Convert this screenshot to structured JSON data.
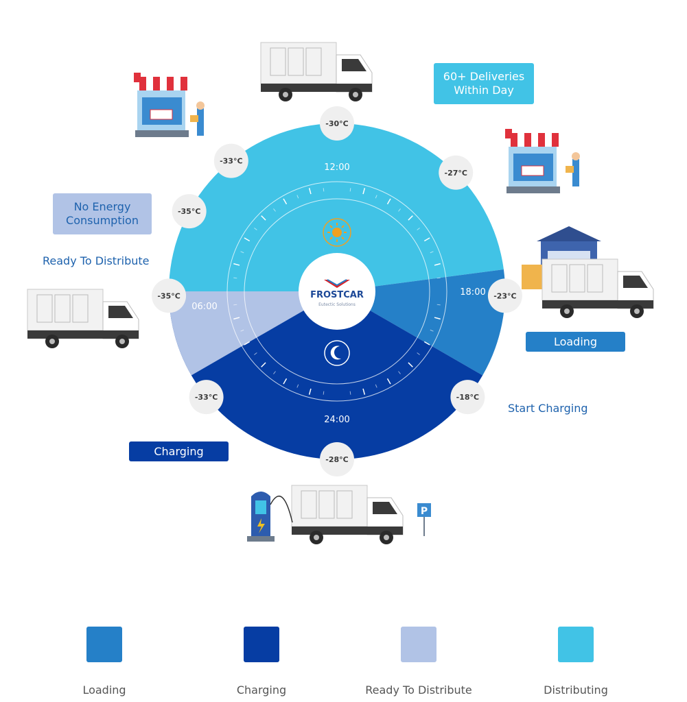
{
  "colors": {
    "loading": "#2580c8",
    "charging": "#063da3",
    "ready": "#b1c3e6",
    "distributing": "#41c3e6",
    "text_blue": "#1e62ad"
  },
  "cycle": {
    "times": {
      "noon": "12:00",
      "evening": "18:00",
      "midnight": "24:00",
      "morning": "06:00"
    },
    "temperatures": [
      "-30°C",
      "-27°C",
      "-23°C",
      "-18°C",
      "-28°C",
      "-33°C",
      "-35°C",
      "-35°C",
      "-33°C"
    ],
    "segments": [
      {
        "name": "Distributing",
        "from_hour": 6.0,
        "to_hour": 17.5
      },
      {
        "name": "Loading",
        "from_hour": 17.5,
        "to_hour": 20.0
      },
      {
        "name": "Charging",
        "from_hour": 20.0,
        "to_hour": 6.0
      },
      {
        "name": "Ready To Distribute",
        "from_hour": 4.0,
        "to_hour": 6.0
      }
    ]
  },
  "brand": {
    "name": "FROSTCAR",
    "tagline": "Eutectic Solutions"
  },
  "callouts": {
    "deliveries": "60+ Deliveries\nWithin Day",
    "no_energy": "No Energy\nConsumption",
    "ready": "Ready To Distribute",
    "loading": "Loading",
    "start_charging": "Start Charging",
    "charging": "Charging"
  },
  "icons": [
    "sun-icon",
    "moon-icon",
    "store-icon",
    "truck-icon",
    "warehouse-icon",
    "charging-station-icon",
    "parking-sign-icon"
  ],
  "legend": [
    {
      "label": "Loading",
      "color": "#2580c8"
    },
    {
      "label": "Charging",
      "color": "#063da3"
    },
    {
      "label": "Ready To Distribute",
      "color": "#b1c3e6"
    },
    {
      "label": "Distributing",
      "color": "#41c3e6"
    }
  ]
}
